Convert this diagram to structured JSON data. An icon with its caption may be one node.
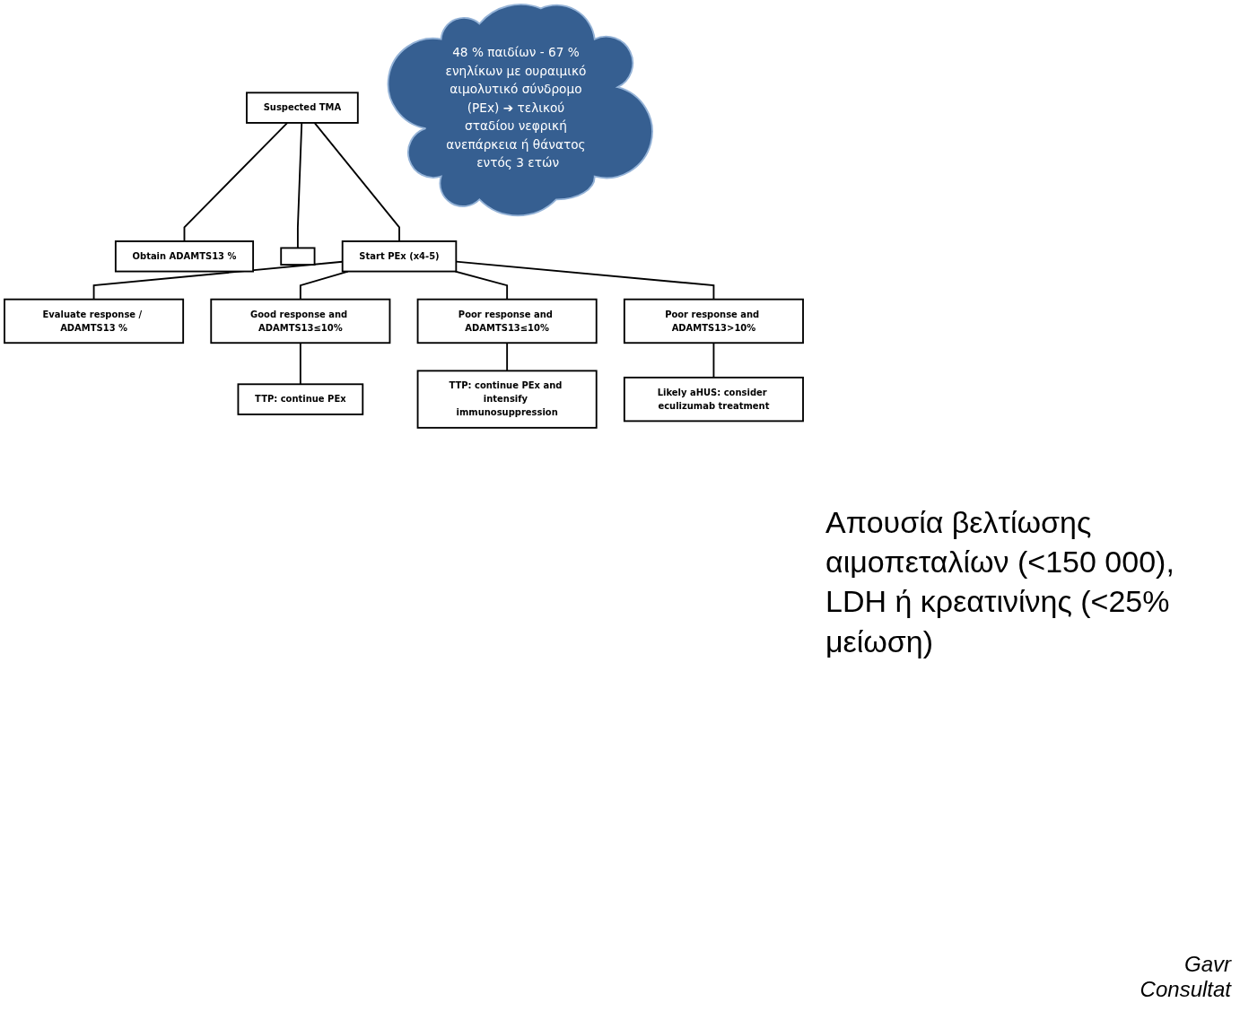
{
  "diagram": {
    "nodes": [
      {
        "text": [
          "Suspected TMA"
        ]
      },
      {
        "text": [
          "Obtain ADAMTS13 %"
        ]
      },
      {
        "text": [],
        "shape": "box"
      },
      {
        "text": [
          "Start PEx (x4-5)"
        ]
      },
      {
        "text": [
          "Evaluate response / ADAMTS13 %"
        ]
      },
      {
        "text": [
          "Good response and ADAMTS13≤10%"
        ]
      },
      {
        "text": [
          "Poor response and ADAMTS13≤10%"
        ]
      },
      {
        "text": [
          "Poor response and ADAMTS13>10%"
        ]
      },
      {
        "text": [
          "TTP: continue PEx"
        ]
      },
      {
        "text": [
          "TTP: continue PEx and intensify immunosuppression"
        ]
      },
      {
        "text": [
          "Likely aHUS: consider eculizumab treatment"
        ]
      },
      {
        "text": [
          "48 % παιδίων - 67 % ενηλίκων με ουραιμικό αιμολυτικό σύνδρομο (PEx) ➔ τελικού σταδίου νεφρική ανεπάρκεια ή θάνατος εντός 3 ετών"
        ]
      }
    ],
    "edges": [
      {
        "from": 0,
        "to": 1,
        "arrow": "none"
      },
      {
        "from": 0,
        "to": 2,
        "arrow": "none"
      },
      {
        "from": 0,
        "to": 3,
        "arrow": "none"
      },
      {
        "from": 3,
        "to": 4,
        "arrow": "none"
      },
      {
        "from": 3,
        "to": 5,
        "arrow": "none"
      },
      {
        "from": 3,
        "to": 6,
        "arrow": "none"
      },
      {
        "from": 3,
        "to": 7,
        "arrow": "none"
      },
      {
        "from": 5,
        "to": 8,
        "arrow": "none"
      },
      {
        "from": 6,
        "to": 9,
        "arrow": "none"
      },
      {
        "from": 7,
        "to": 10,
        "arrow": "none"
      }
    ],
    "labels": [
      "Απουσία βελτίωσης αιμοπεταλίων (<150 000), LDH ή κρεατινίνης (<25% μείωση)",
      "Gavr",
      "Consultat"
    ]
  }
}
